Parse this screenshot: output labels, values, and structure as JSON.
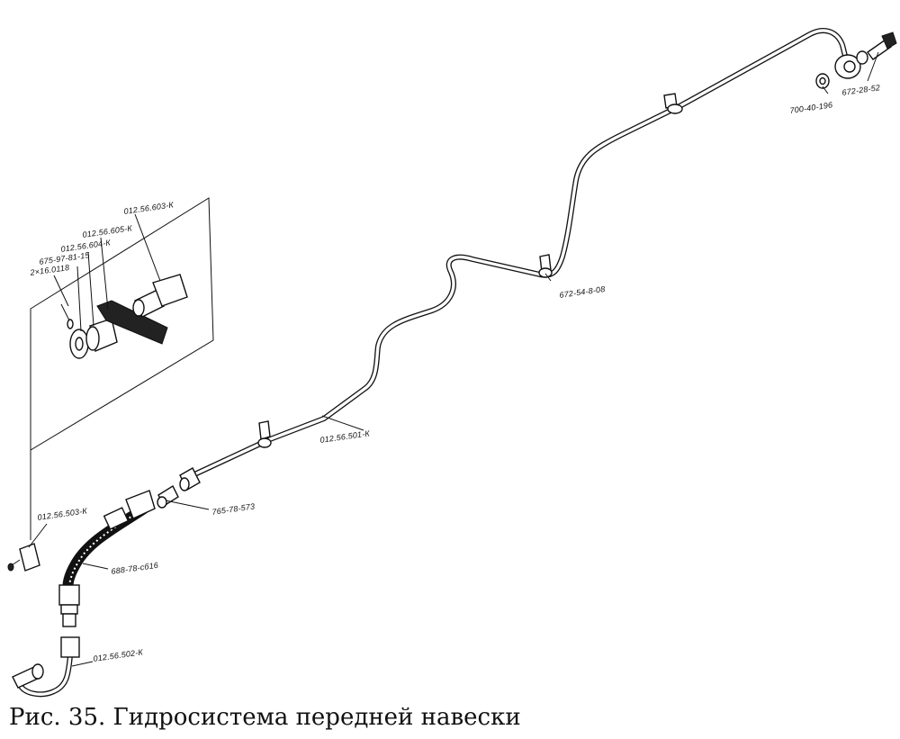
{
  "caption": "Рис. 35. Гидросистема передней навески",
  "labels": {
    "p700_40_196": "700-40-196",
    "p672_28_52": "672-28-52",
    "p672_54_8_08": "672-54-8-08",
    "p012_56_501": "012.56.501-К",
    "p765_78_573": "765-78-573",
    "p688_78_cb16": "688-78-сб16",
    "p012_56_502": "012.56.502-К",
    "p012_56_503": "012.56.503-К",
    "p012_56_603": "012.56.603-К",
    "p012_56_605": "012.56.605-К",
    "p012_56_604": "012.56.604-К",
    "p675_97_81_15": "675-97-81-15",
    "p2x16_0118": "2×16.0118"
  }
}
